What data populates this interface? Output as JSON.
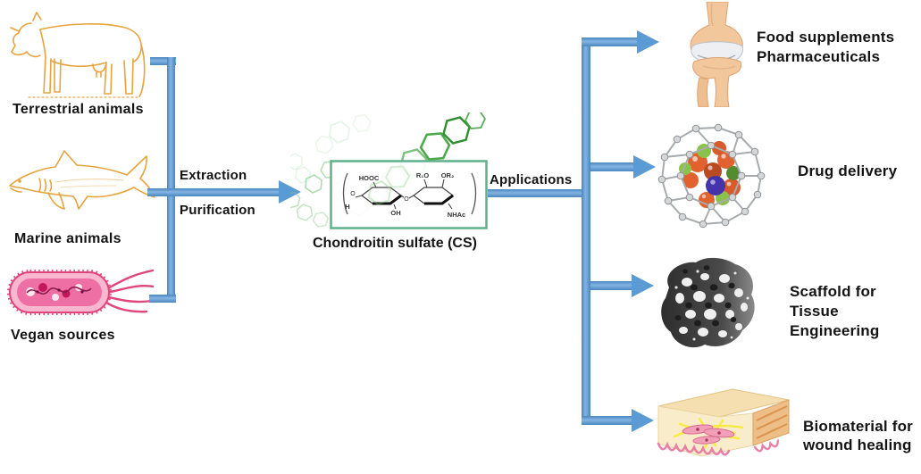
{
  "sources": [
    {
      "id": "terrestrial",
      "label": "Terrestrial animals",
      "icon": "cow-icon"
    },
    {
      "id": "marine",
      "label": "Marine animals",
      "icon": "shark-icon"
    },
    {
      "id": "vegan",
      "label": "Vegan sources",
      "icon": "bacteria-icon"
    }
  ],
  "process": {
    "steps": [
      "Extraction",
      "Purification"
    ]
  },
  "compound": {
    "name": "Chondroitin  sulfate (CS)",
    "structure": {
      "hooc": "HOOC",
      "r1o": "R₁O",
      "or2": "OR₂",
      "oh": "OH",
      "h": "H",
      "nhac": "NHAc",
      "o_bridge": "O",
      "o_left": "O"
    }
  },
  "applications_label": "Applications",
  "applications": [
    {
      "id": "food-pharma",
      "icon": "knee-joint-icon",
      "lines": [
        "Food supplements",
        "Pharmaceuticals"
      ]
    },
    {
      "id": "drug-delivery",
      "icon": "nanocage-icon",
      "lines": [
        "Drug delivery"
      ]
    },
    {
      "id": "tissue-scaffold",
      "icon": "scaffold-icon",
      "lines": [
        "Scaffold for",
        "Tissue",
        "Engineering"
      ]
    },
    {
      "id": "wound-healing",
      "icon": "skin-icon",
      "lines": [
        "Biomaterial for",
        "wound healing"
      ]
    }
  ],
  "colors": {
    "arrow_blue": "#5B9BD5",
    "outline_orange": "#E8A33D",
    "bacteria_pink": "#E0457B",
    "box_green": "#5FB08C",
    "hexagon_green": "#3CA33C",
    "text": "#141414"
  }
}
